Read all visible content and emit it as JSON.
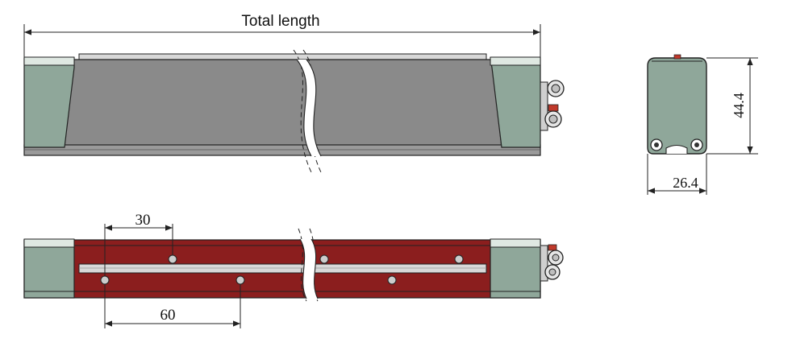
{
  "top_view": {
    "dimension_label": "Total length"
  },
  "end_view": {
    "height_label": "44.4",
    "width_label": "26.4"
  },
  "bottom_view": {
    "hole_pitch_label": "30",
    "hole_spacing_label": "60"
  },
  "colors": {
    "cap": "#8fa79a",
    "body_top": "#8a8a8a",
    "body_bottom": "#8b1e1e",
    "line": "#222222",
    "background": "#ffffff"
  }
}
